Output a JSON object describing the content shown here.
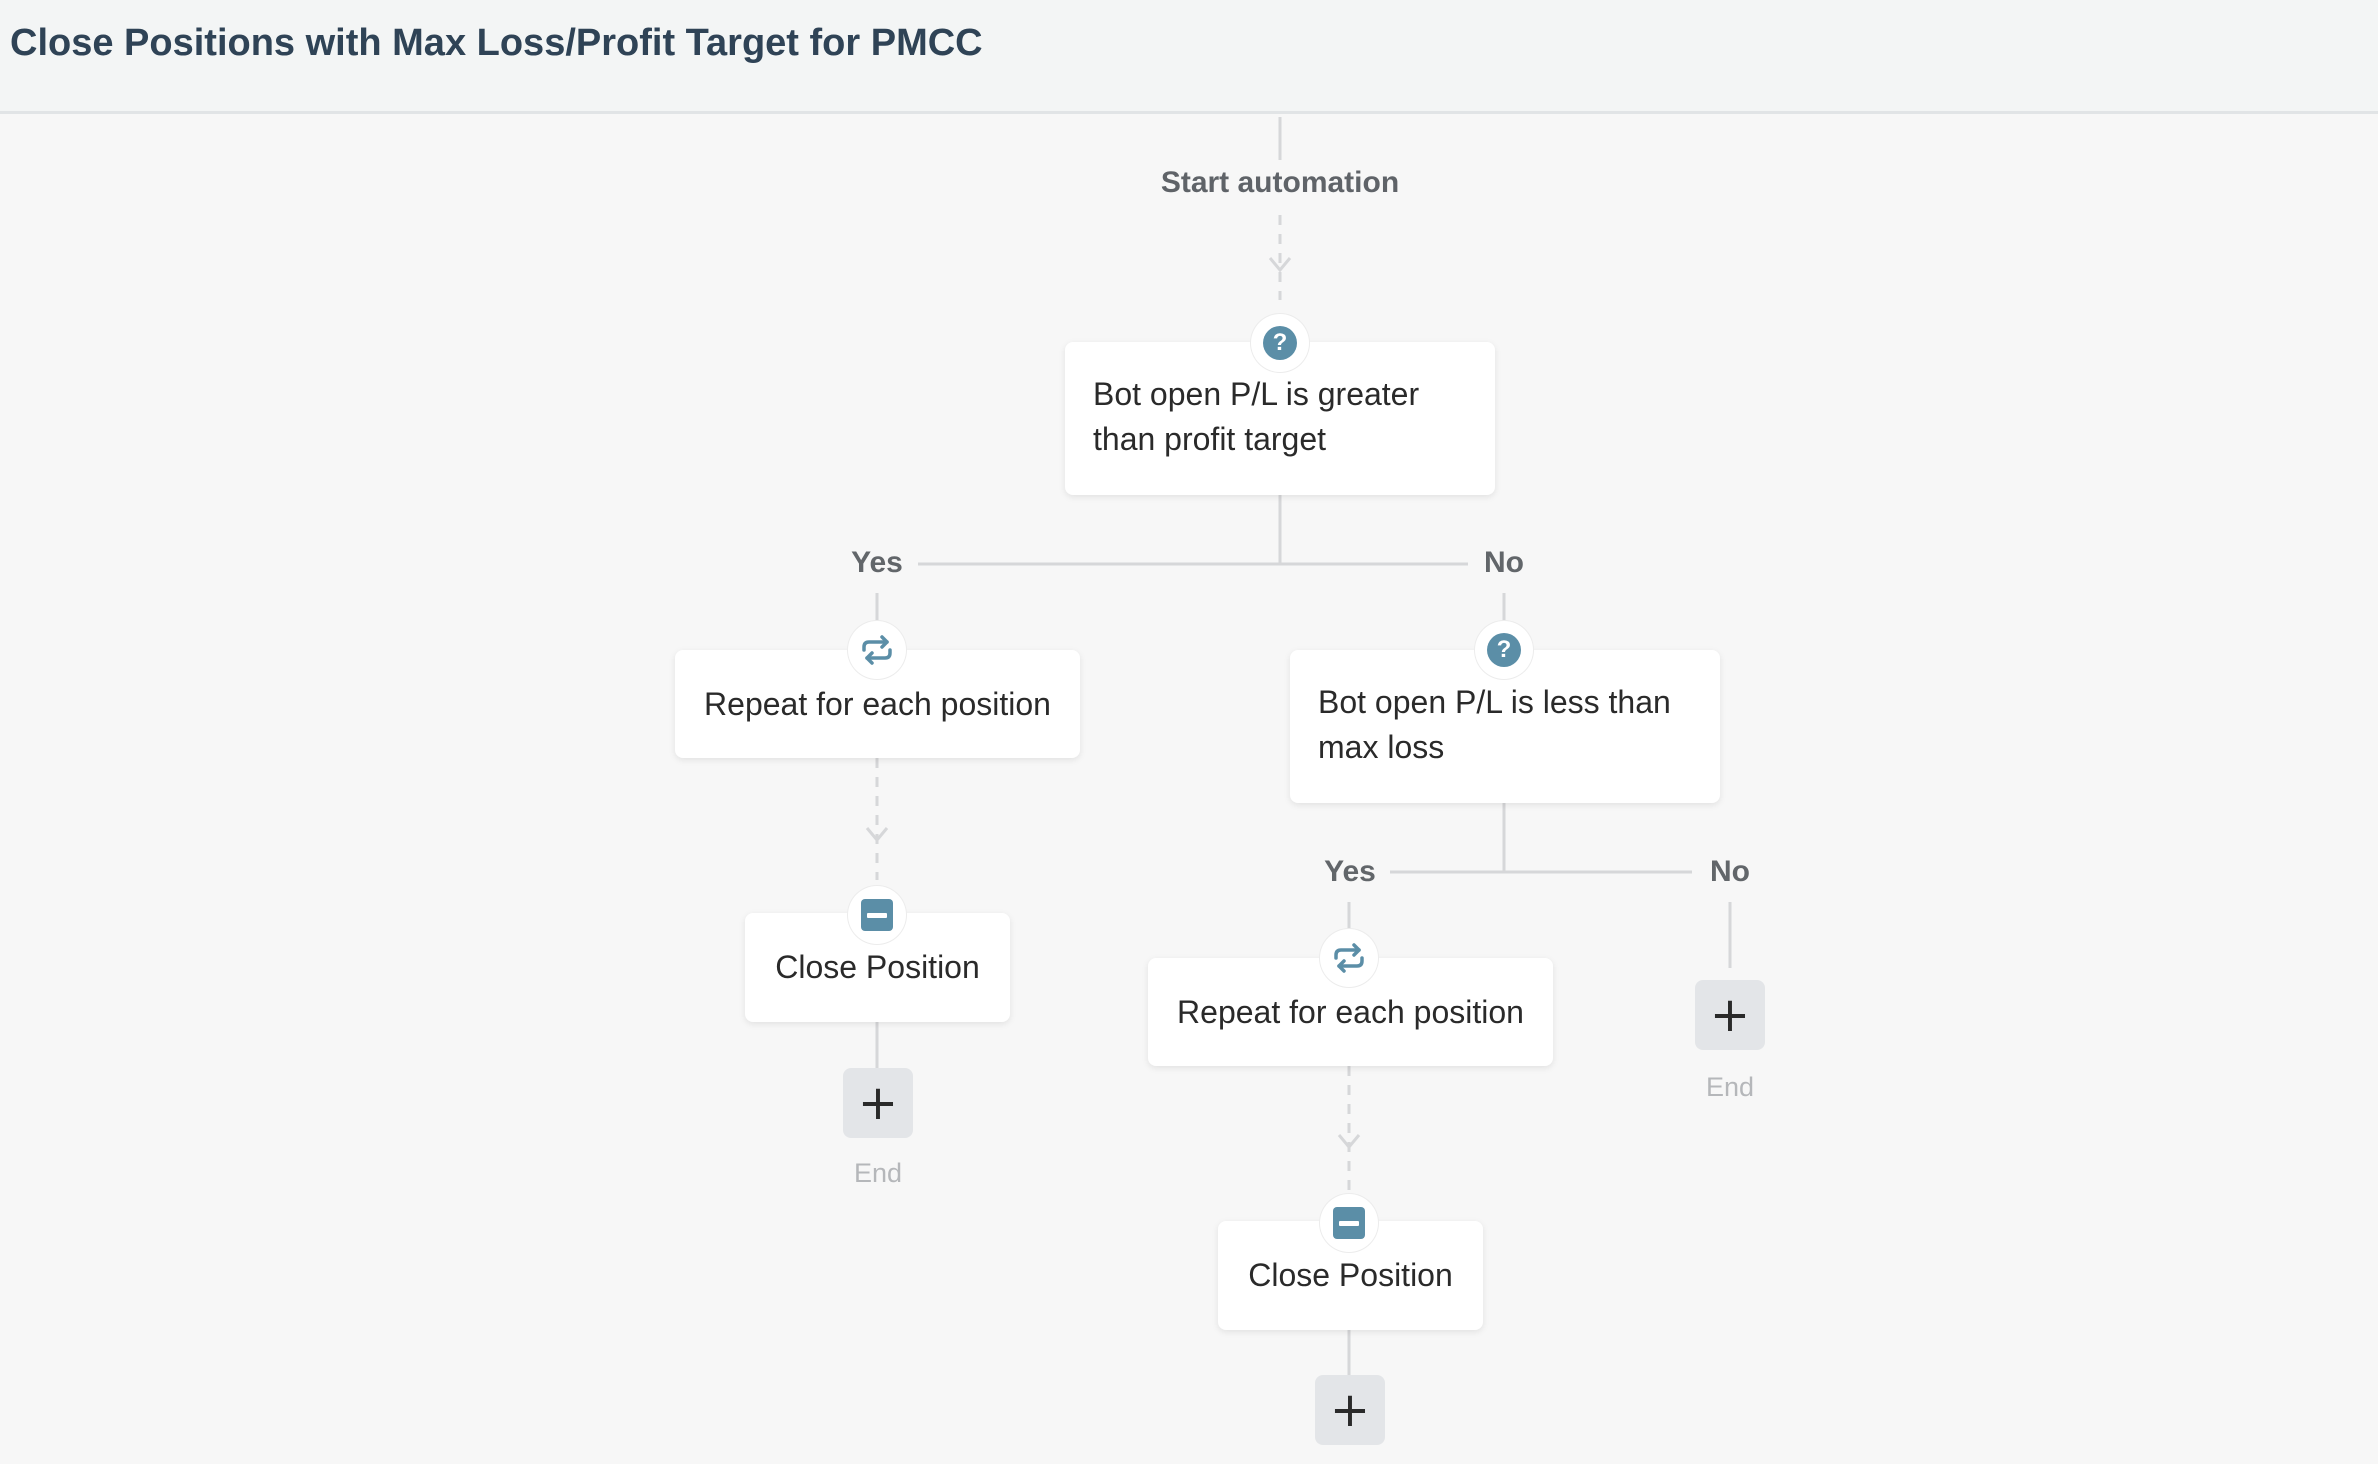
{
  "title": "Close Positions with Max Loss/Profit Target for PMCC",
  "start_label": "Start automation",
  "nodes": {
    "cond_profit": {
      "label": "Bot open P/L is greater than profit target",
      "icon": "question-icon"
    },
    "repeat_yes": {
      "label": "Repeat for each position",
      "icon": "repeat-icon"
    },
    "close_yes": {
      "label": "Close Position",
      "icon": "minus-square-icon"
    },
    "cond_loss": {
      "label": "Bot open P/L is less than max loss",
      "icon": "question-icon"
    },
    "repeat_loss_yes": {
      "label": "Repeat for each position",
      "icon": "repeat-icon"
    },
    "close_loss_yes": {
      "label": "Close Position",
      "icon": "minus-square-icon"
    }
  },
  "branches": {
    "profit_yes": "Yes",
    "profit_no": "No",
    "loss_yes": "Yes",
    "loss_no": "No"
  },
  "add_button_glyph": "+",
  "end_label": "End",
  "colors": {
    "accent": "#5b8ea7",
    "title": "#2f4356",
    "connector": "#d6d7d9"
  }
}
